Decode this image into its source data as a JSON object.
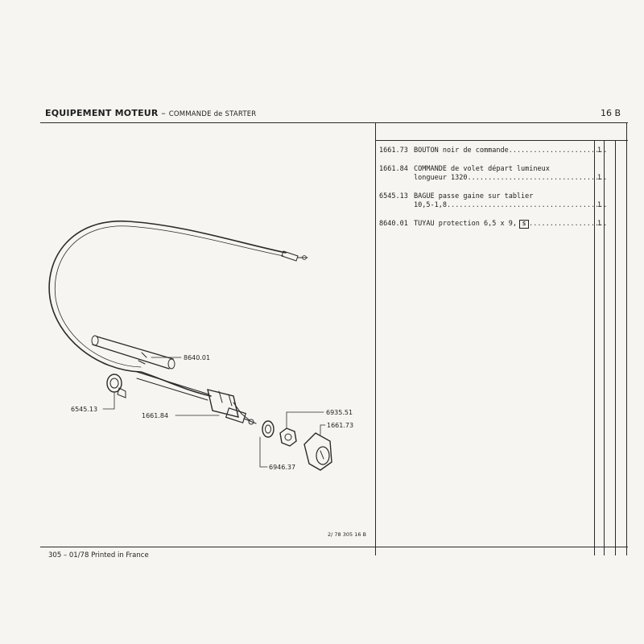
{
  "header": {
    "title": "EQUIPEMENT MOTEUR",
    "separator": "–",
    "subtitle": "COMMANDE de STARTER",
    "page_code": "16 B"
  },
  "parts": [
    {
      "ref": "1661.73",
      "lines": [
        "BOUTON noir de commande"
      ],
      "qty": "1"
    },
    {
      "ref": "1661.84",
      "lines": [
        "COMMANDE de volet départ lumineux",
        "longueur 1320"
      ],
      "qty": "1"
    },
    {
      "ref": "6545.13",
      "lines": [
        "BAGUE passe gaine sur tablier",
        "10,5-1,8"
      ],
      "qty": "1"
    },
    {
      "ref": "8640.01",
      "lines": [
        "TUYAU protection 6,5 x 9,"
      ],
      "qty": "1",
      "symbol": "S"
    }
  ],
  "callouts": {
    "c8640": "8640.01",
    "c6545": "6545.13",
    "c1661_84": "1661.84",
    "c6935": "6935.51",
    "c1661_73": "1661.73",
    "c6946": "6946.37"
  },
  "footer": {
    "doc_ref": "2/ 78 305 16 B",
    "edition": "305 – 01/78",
    "printed": "Printed in France"
  }
}
